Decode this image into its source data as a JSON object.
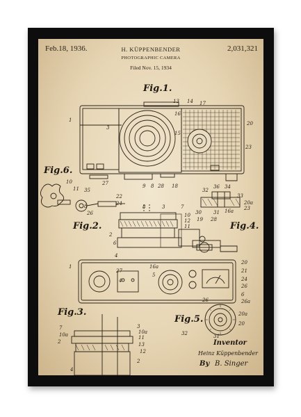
{
  "header": {
    "date": "Feb.18, 1936.",
    "inventor_caps": "H. KÜPPENBENDER",
    "title": "PHOTOGRAPHIC CAMERA",
    "filed": "Filed Nov. 15, 1934",
    "patent_number": "2,031,321"
  },
  "figures": {
    "fig1": "Fig.1.",
    "fig2": "Fig.2.",
    "fig3": "Fig.3.",
    "fig4": "Fig.4.",
    "fig5": "Fig.5.",
    "fig6": "Fig.6."
  },
  "signature": {
    "heading": "Inventor",
    "name": "Heinz Küppenbender",
    "by": "By",
    "attorney": "B. Singer"
  },
  "colors": {
    "frame": "#0d0d0d",
    "paper": "#ecdfc4",
    "ink": "#2a2218"
  }
}
